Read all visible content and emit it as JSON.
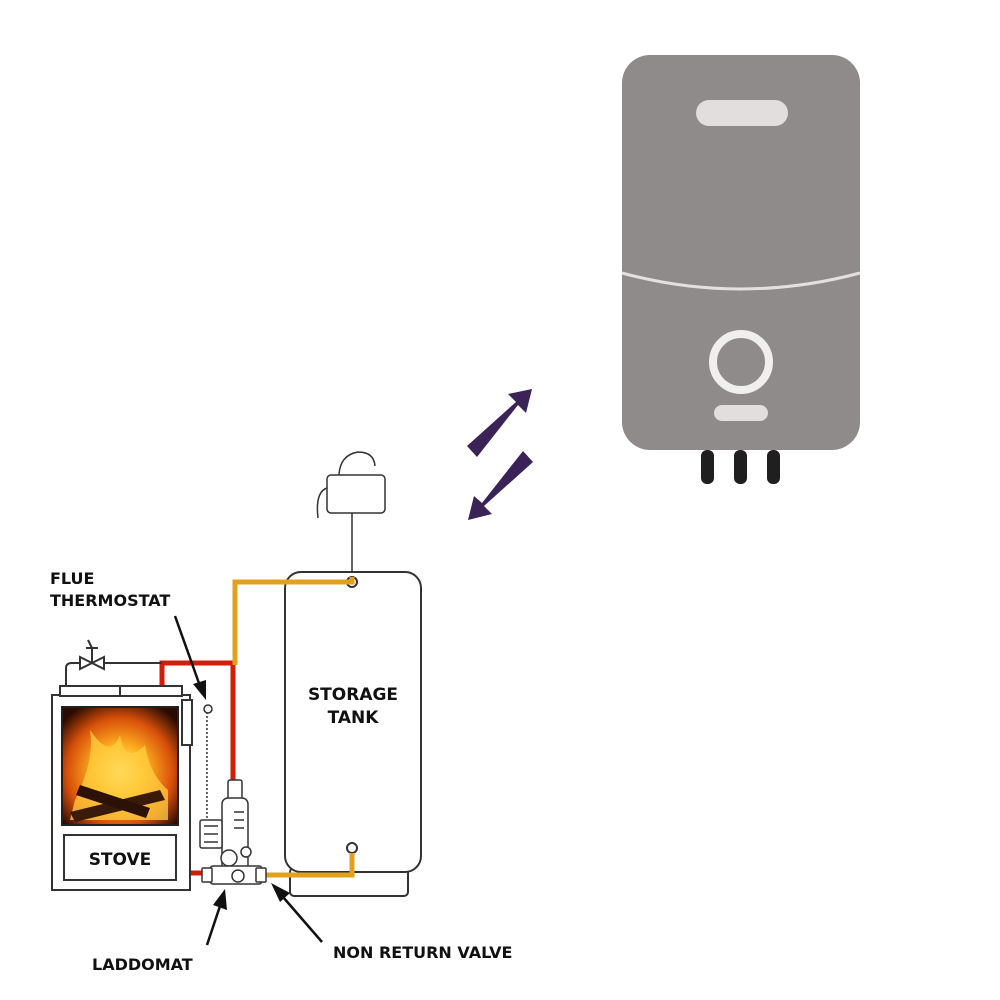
{
  "labels": {
    "flue_line1": "FLUE",
    "flue_line2": "THERMOSTAT",
    "storage_line1": "STORAGE",
    "storage_line2": "TANK",
    "stove": "STOVE",
    "laddomat": "LADDOMAT",
    "non_return_valve": "NON RETURN VALVE"
  },
  "colors": {
    "hot_pipe": "#d41c0a",
    "warm_pipe": "#e2a11c",
    "arrow": "#3b2257",
    "heater_body": "#8f8b8b",
    "outline": "#333333"
  },
  "icons": {
    "heater": "wall-mounted-water-heater-icon",
    "exchange": "bidirectional-arrows-icon",
    "fire": "stove-fire-icon"
  }
}
